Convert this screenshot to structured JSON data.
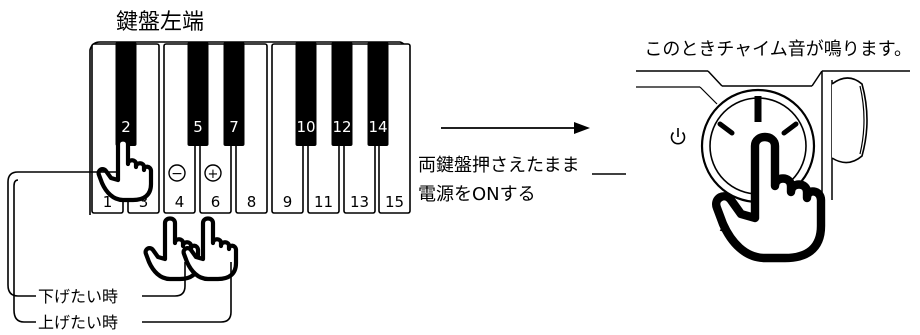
{
  "left_title": "鍵盤左端",
  "keyboard": {
    "white_keys": [
      "1",
      "3",
      "4",
      "6",
      "8",
      "9",
      "11",
      "13",
      "15"
    ],
    "black_keys": [
      "2",
      "5",
      "7",
      "10",
      "12",
      "14"
    ],
    "minus_symbol": "−",
    "plus_symbol": "+"
  },
  "labels": {
    "decrease": "下げたい時",
    "increase": "上げたい時",
    "instruction_line1": "両鍵盤押さえたまま",
    "instruction_line2": "電源をONする",
    "chime_caption": "このときチャイム音が鳴ります。"
  },
  "icons": [
    "hand-pointer-icon",
    "power-icon",
    "arrow-right-icon"
  ]
}
